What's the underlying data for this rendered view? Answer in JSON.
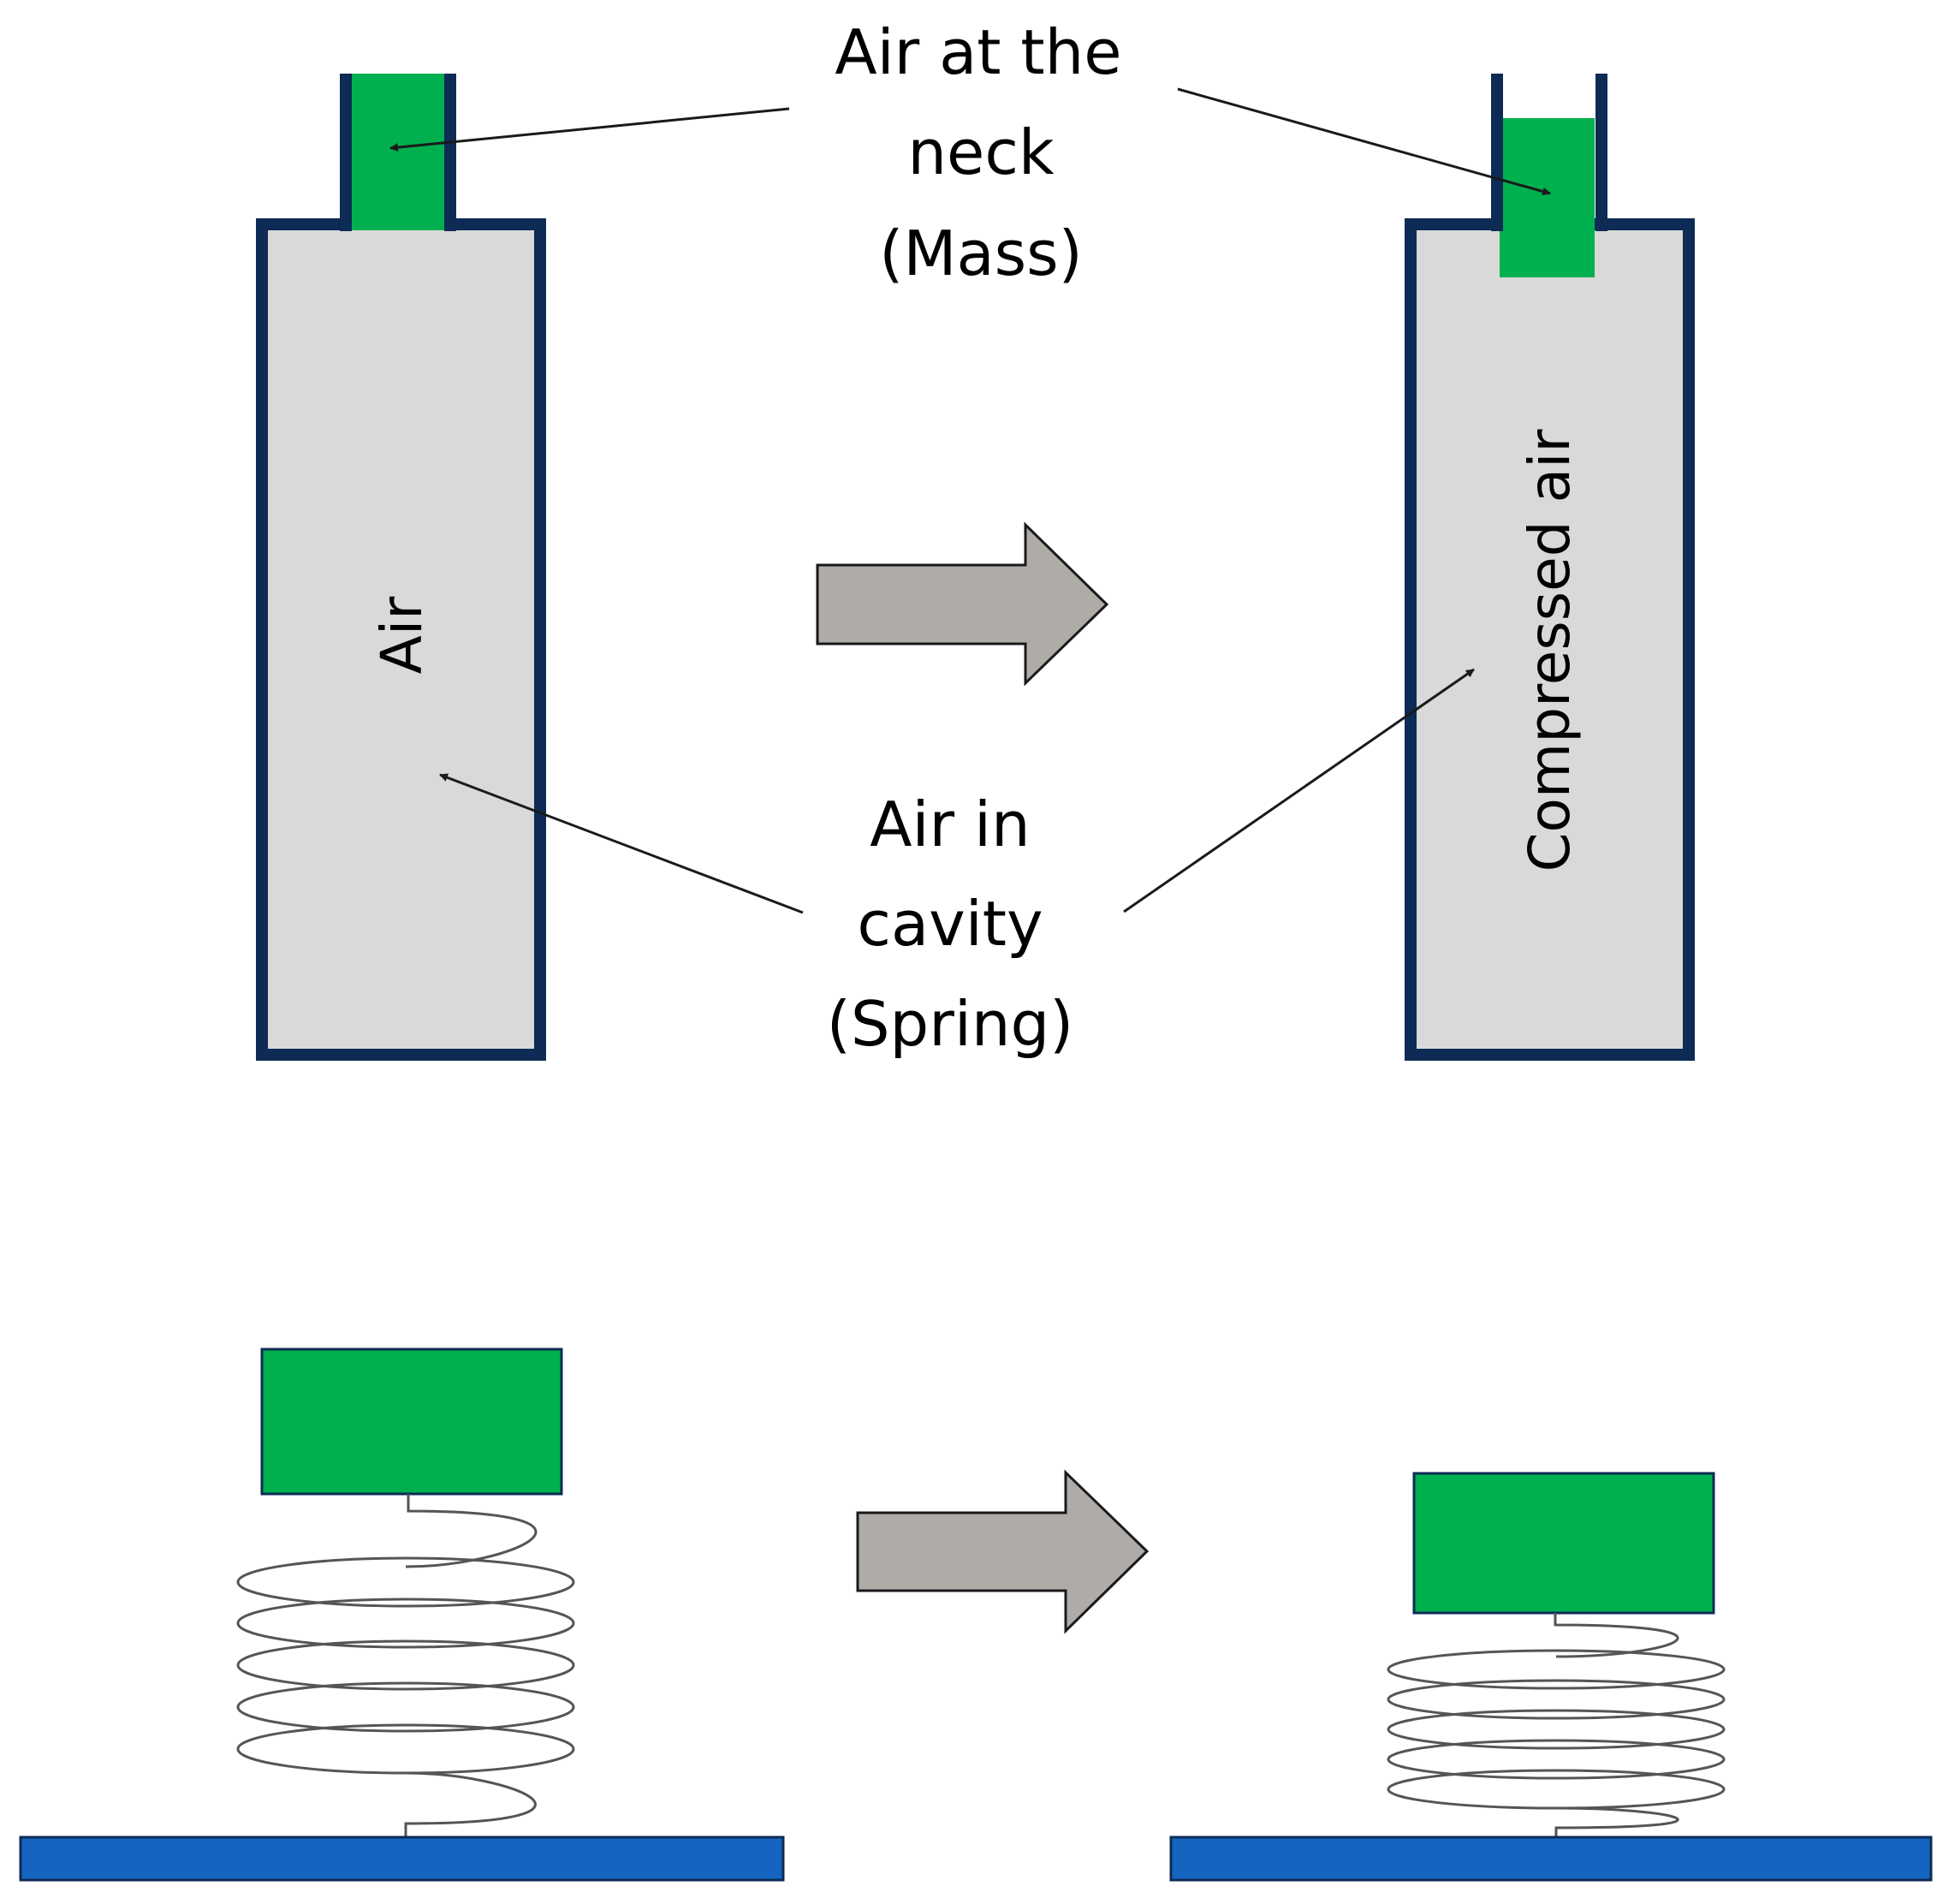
{
  "labels": {
    "neck_line1": "Air at the",
    "neck_line2": "neck",
    "neck_line3": "(Mass)",
    "cavity_line1": "Air in",
    "cavity_line2": "cavity",
    "cavity_line3": "(Spring)",
    "air_left": "Air",
    "air_right": "Compressed air"
  },
  "colors": {
    "vessel_outline": "#0d2b55",
    "vessel_fill": "#d9d9d9",
    "mass_green": "#00b04f",
    "arrow_fill": "#afaba7",
    "arrow_outline": "#1a1a1a",
    "base_blue": "#1565c0",
    "spring_stroke": "#555555",
    "leader_line": "#1a1a1a"
  },
  "icons": [
    "right-arrow-icon",
    "spring-icon"
  ]
}
